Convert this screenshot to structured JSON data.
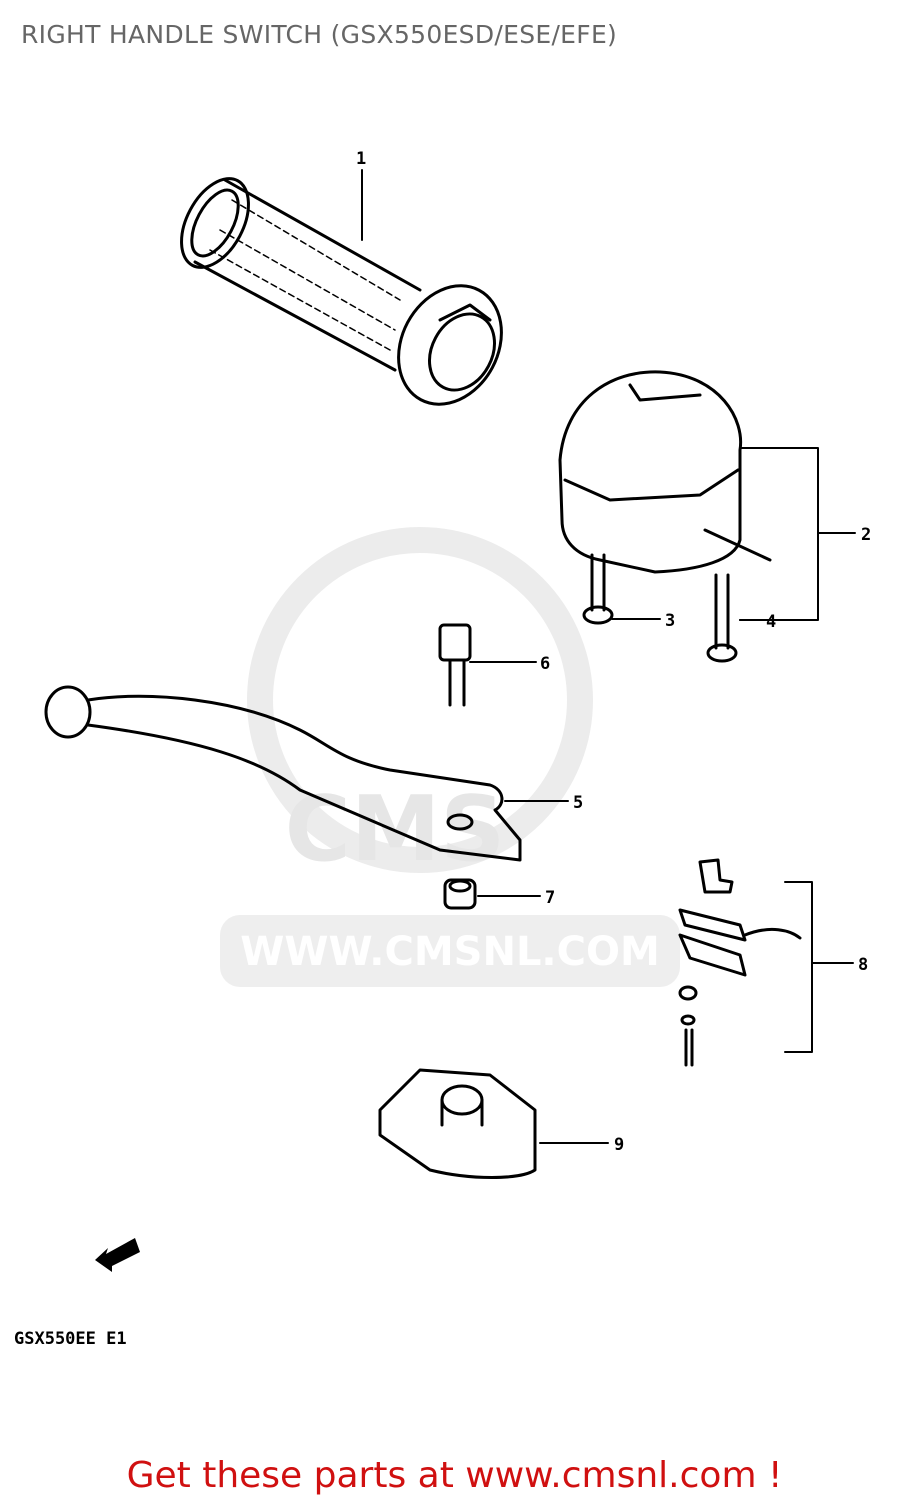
{
  "title": "RIGHT HANDLE SWITCH (GSX550ESD/ESE/EFE)",
  "diagram": {
    "callouts": [
      "1",
      "2",
      "3",
      "4",
      "5",
      "6",
      "7",
      "8",
      "9"
    ],
    "model_code": "GSX550EE E1",
    "watermark": "WWW.CMSNL.COM",
    "watermark_logo": "CMS"
  },
  "footer": {
    "text": "Get these parts at www.cmsnl.com !",
    "color": "#d01010"
  }
}
